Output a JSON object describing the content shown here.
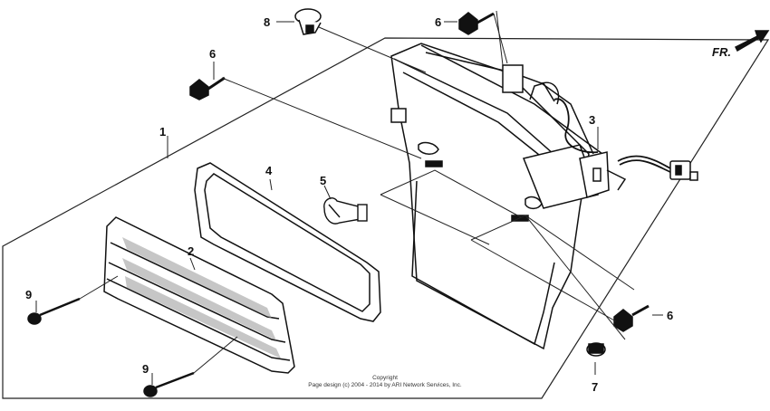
{
  "diagram": {
    "callouts": [
      {
        "id": "1",
        "label": "1"
      },
      {
        "id": "2",
        "label": "2"
      },
      {
        "id": "3",
        "label": "3"
      },
      {
        "id": "4",
        "label": "4"
      },
      {
        "id": "5",
        "label": "5"
      },
      {
        "id": "6a",
        "label": "6"
      },
      {
        "id": "6b",
        "label": "6"
      },
      {
        "id": "6c",
        "label": "6"
      },
      {
        "id": "7",
        "label": "7"
      },
      {
        "id": "8",
        "label": "8"
      },
      {
        "id": "9a",
        "label": "9"
      },
      {
        "id": "9b",
        "label": "9"
      }
    ],
    "direction_label": "FR.",
    "copyright_line1": "Copyright",
    "copyright_line2": "Page design (c) 2004 - 2014 by ARI Network Services, Inc."
  }
}
